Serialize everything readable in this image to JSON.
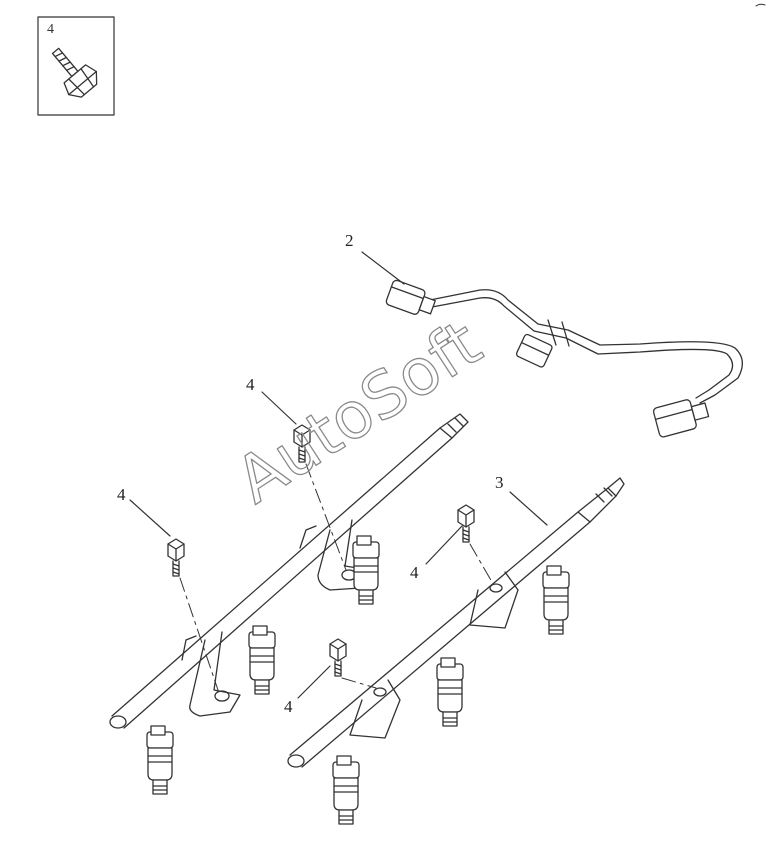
{
  "inset": {
    "label": "4"
  },
  "callouts": {
    "c2": "2",
    "c3": "3",
    "c4a": "4",
    "c4b": "4",
    "c4c": "4",
    "c4d": "4"
  },
  "watermark": "AutoSoft"
}
